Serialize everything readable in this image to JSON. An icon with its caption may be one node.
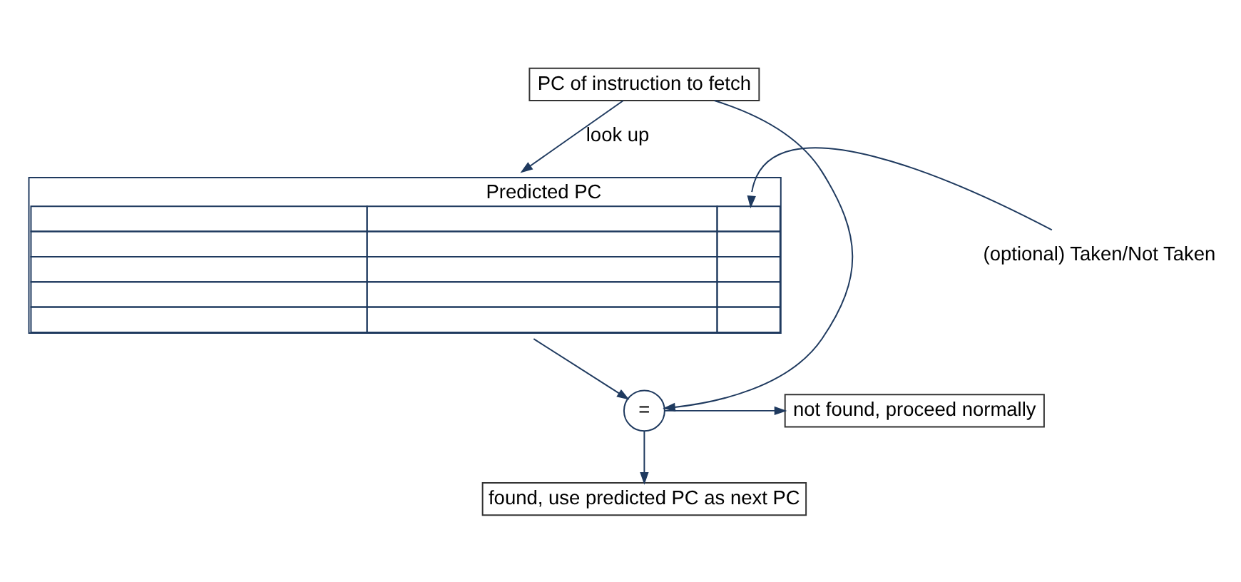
{
  "diagram": {
    "nodes": [
      {
        "text": [
          "PC of instruction to fetch"
        ]
      },
      {
        "text": [
          "Predicted PC"
        ]
      },
      {
        "text": [
          "(optional) Taken/Not Taken"
        ]
      },
      {
        "text": [
          "="
        ]
      },
      {
        "text": [
          "not found, proceed normally"
        ]
      },
      {
        "text": [
          "found, use predicted PC as next PC"
        ]
      }
    ],
    "edges": [
      {
        "from": 0,
        "to": 1,
        "arrow": "to",
        "label": "look up"
      },
      {
        "from": 2,
        "to": 1,
        "arrow": "to"
      },
      {
        "from": 0,
        "to": 3,
        "arrow": "to"
      },
      {
        "from": 1,
        "to": 3,
        "arrow": "to"
      },
      {
        "from": 3,
        "to": 4,
        "arrow": "to"
      },
      {
        "from": 3,
        "to": 5,
        "arrow": "to"
      }
    ]
  }
}
